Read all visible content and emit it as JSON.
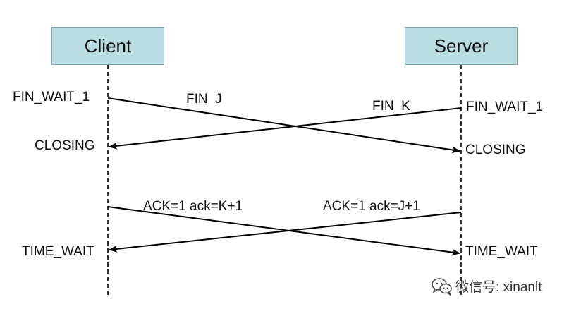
{
  "actors": {
    "client": "Client",
    "server": "Server"
  },
  "states": {
    "client_1": "FIN_WAIT_1",
    "client_2": "CLOSING",
    "client_3": "TIME_WAIT",
    "server_1": "FIN_WAIT_1",
    "server_2": "CLOSING",
    "server_3": "TIME_WAIT"
  },
  "messages": {
    "fin_j": "FIN  J",
    "fin_k": "FIN  K",
    "ack_k": "ACK=1 ack=K+1",
    "ack_j": "ACK=1 ack=J+1"
  },
  "watermark": {
    "text": "微信号: xinanlt",
    "icon": "wechat-icon"
  },
  "colors": {
    "actor_fill": "#b9dde2",
    "actor_border": "#7fa5ab",
    "line": "#000000"
  }
}
